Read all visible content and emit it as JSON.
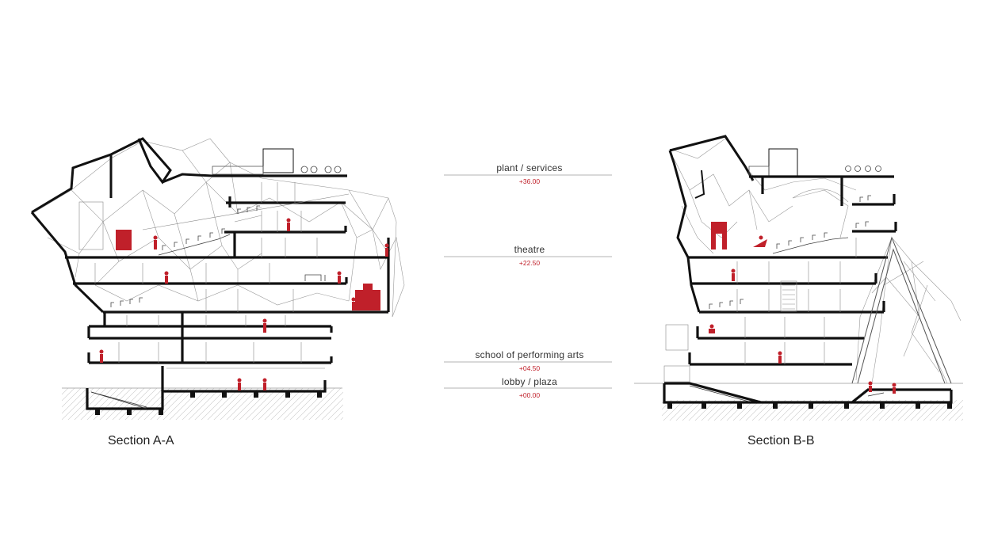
{
  "colors": {
    "ink": "#111111",
    "accent": "#c0202a",
    "fine": "#9a9a9a",
    "hatch": "#c8c8c8"
  },
  "sections": [
    {
      "caption": "Section A-A"
    },
    {
      "caption": "Section B-B"
    }
  ],
  "levels": [
    {
      "name": "plant / services",
      "elevation": "+36.00"
    },
    {
      "name": "theatre",
      "elevation": "+22.50"
    },
    {
      "name": "school of performing arts",
      "elevation": "+04.50"
    },
    {
      "name": "lobby / plaza",
      "elevation": "+00.00"
    }
  ]
}
